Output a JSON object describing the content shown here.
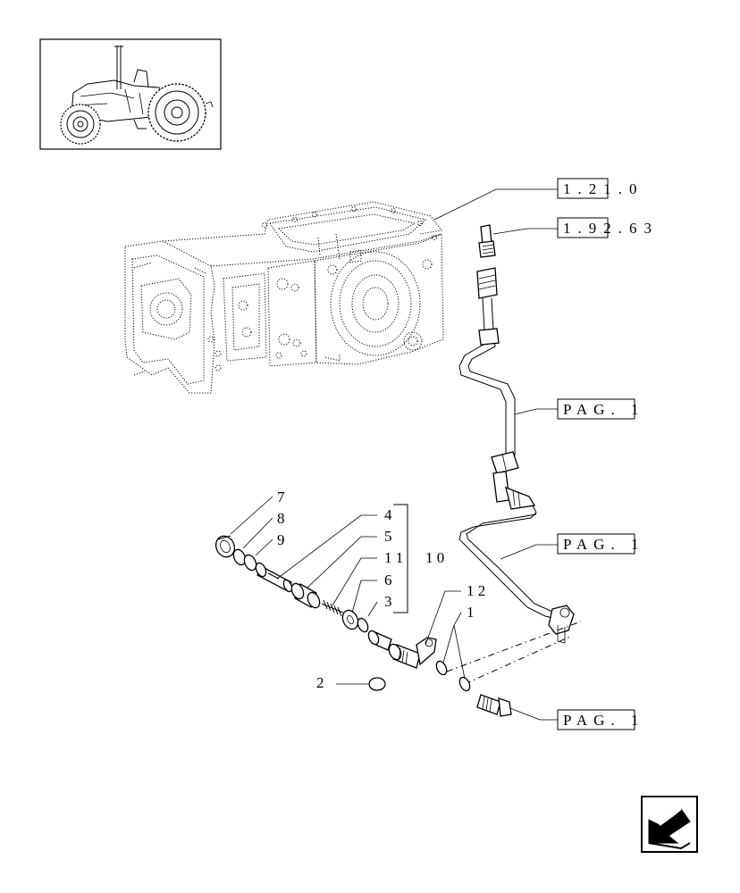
{
  "diagram": {
    "references": {
      "ref_1": "1.21.0",
      "ref_2": "1.92.63",
      "ref_3": "PAG. 1",
      "ref_4": "PAG. 1",
      "ref_5": "PAG. 1"
    },
    "callouts": [
      "7",
      "8",
      "9",
      "4",
      "5",
      "1 1",
      "1 0",
      "6",
      "3",
      "1 2",
      "1",
      "2"
    ]
  },
  "icons": {
    "thumbnail": "tractor-thumbnail-icon",
    "navigation": "navigation-arrow-icon"
  }
}
